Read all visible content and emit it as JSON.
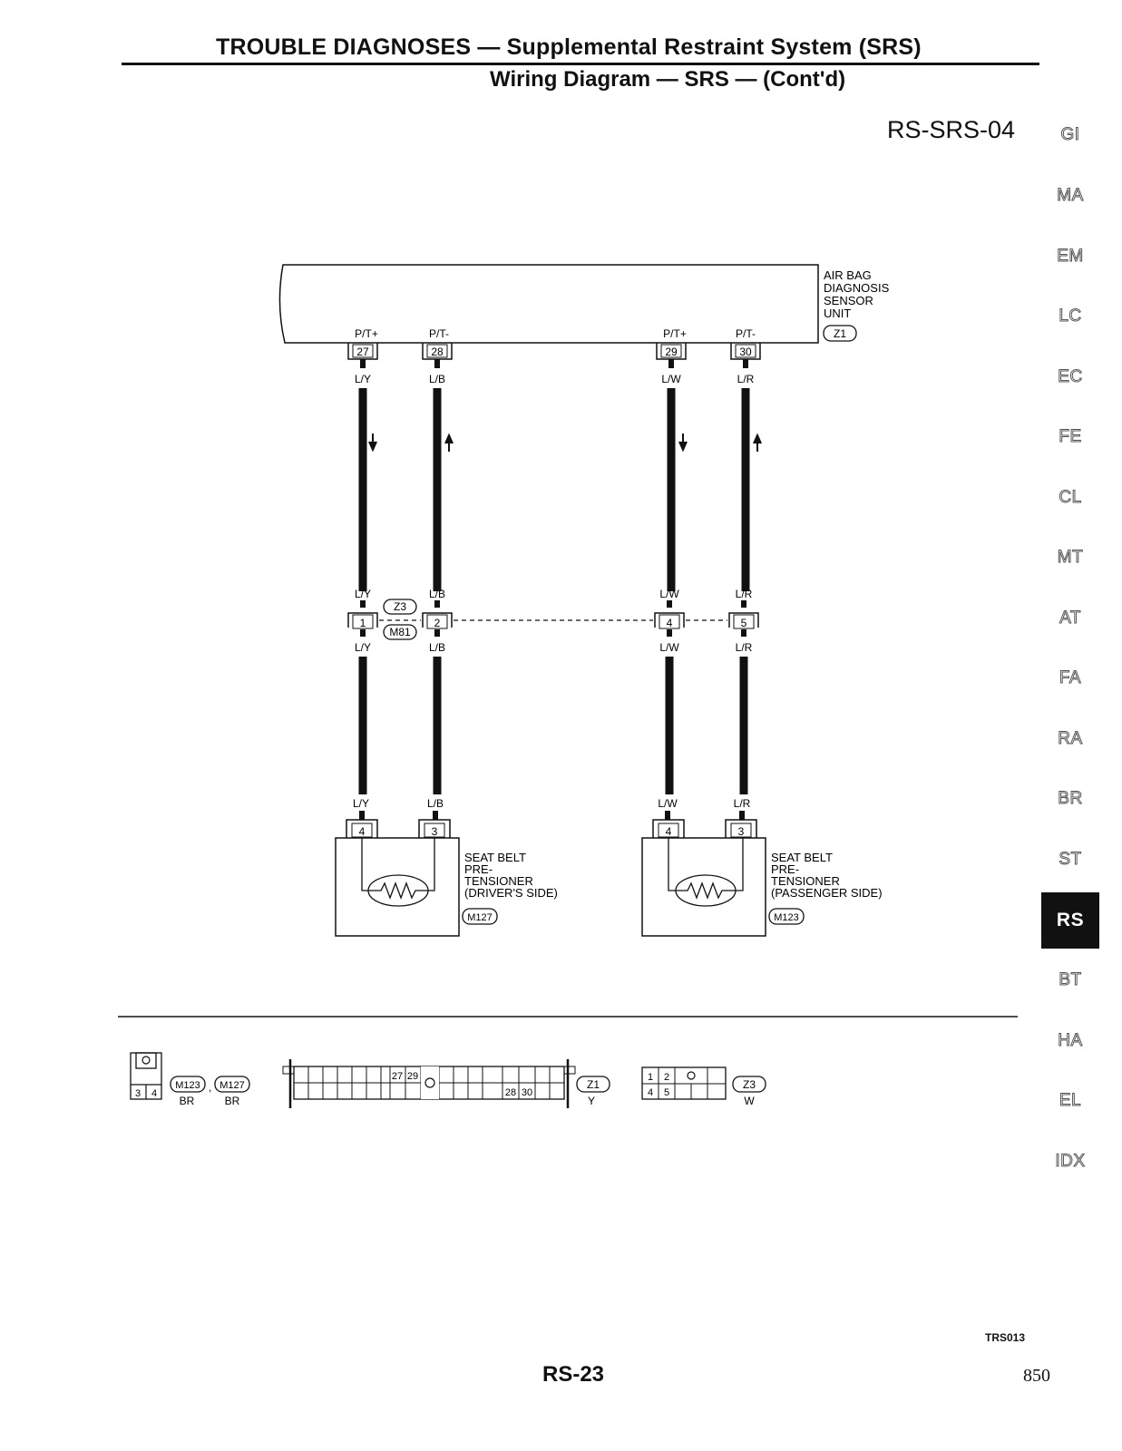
{
  "header": {
    "title": "TROUBLE DIAGNOSES — Supplemental Restraint System (SRS)",
    "subtitle": "Wiring Diagram — SRS — (Cont'd)",
    "diagram_id": "RS-SRS-04"
  },
  "sidenav": {
    "items": [
      "GI",
      "MA",
      "EM",
      "LC",
      "EC",
      "FE",
      "CL",
      "MT",
      "AT",
      "FA",
      "RA",
      "BR",
      "ST",
      "RS",
      "BT",
      "HA",
      "EL",
      "IDX"
    ],
    "active": "RS"
  },
  "unit": {
    "name_lines": [
      "AIR BAG",
      "DIAGNOSIS",
      "SENSOR",
      "UNIT"
    ],
    "connector": "Z1"
  },
  "terminals": {
    "unit": [
      {
        "label": "P/T+",
        "pin": "27",
        "wire": "L/Y",
        "arrow": "down"
      },
      {
        "label": "P/T-",
        "pin": "28",
        "wire": "L/B",
        "arrow": "up"
      },
      {
        "label": "P/T+",
        "pin": "29",
        "wire": "L/W",
        "arrow": "down"
      },
      {
        "label": "P/T-",
        "pin": "30",
        "wire": "L/R",
        "arrow": "up"
      }
    ],
    "joint": [
      {
        "pin": "1",
        "wire_top": "L/Y",
        "wire_bottom": "L/Y"
      },
      {
        "pin": "2",
        "wire_top": "L/B",
        "wire_bottom": "L/B"
      },
      {
        "pin": "4",
        "wire_top": "L/W",
        "wire_bottom": "L/W"
      },
      {
        "pin": "5",
        "wire_top": "L/R",
        "wire_bottom": "L/R"
      }
    ],
    "joint_connectors": [
      "Z3",
      "M81"
    ],
    "load": [
      {
        "pin": "4",
        "wire": "L/Y"
      },
      {
        "pin": "3",
        "wire": "L/B"
      },
      {
        "pin": "4",
        "wire": "L/W"
      },
      {
        "pin": "3",
        "wire": "L/R"
      }
    ]
  },
  "components": [
    {
      "name_lines": [
        "SEAT BELT",
        "PRE-",
        "TENSIONER",
        "(DRIVER'S SIDE)"
      ],
      "connector": "M127"
    },
    {
      "name_lines": [
        "SEAT BELT",
        "PRE-",
        "TENSIONER",
        "(PASSENGER SIDE)"
      ],
      "connector": "M123"
    }
  ],
  "connector_views": {
    "small": {
      "pins": [
        "3",
        "4"
      ],
      "codes": [
        "M123",
        "M127"
      ],
      "colors": [
        "BR",
        "BR"
      ]
    },
    "unit": {
      "pins_left": [
        "27",
        "29"
      ],
      "pins_right": [
        "28",
        "30"
      ],
      "code": "Z1",
      "color": "Y"
    },
    "joint": {
      "pins_top": [
        "1",
        "2"
      ],
      "pins_bottom": [
        "4",
        "5"
      ],
      "code": "Z3",
      "color": "W"
    }
  },
  "footer": {
    "figure_code": "TRS013",
    "page_label": "RS-23",
    "page_number": "850"
  }
}
